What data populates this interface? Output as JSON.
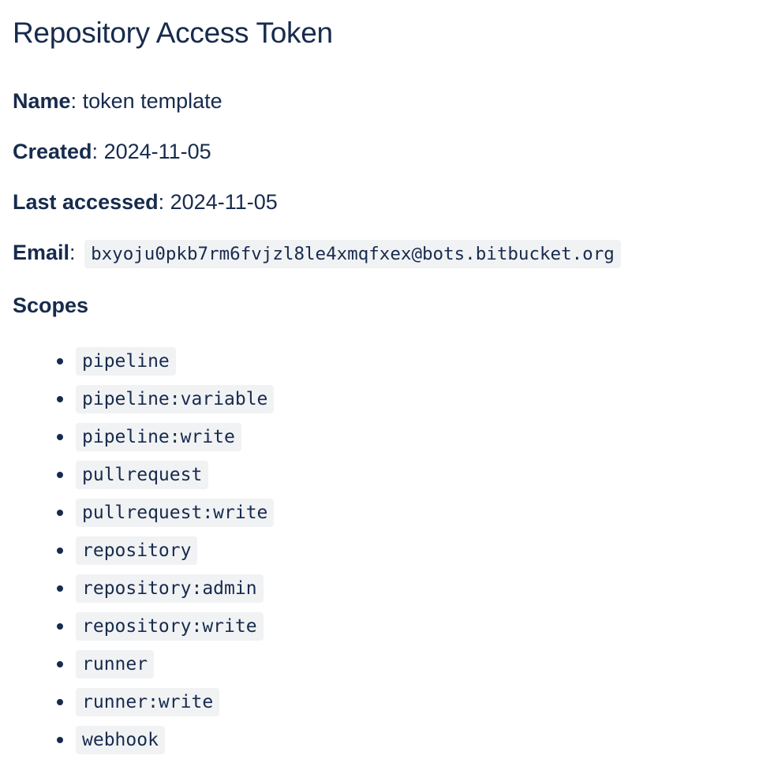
{
  "page": {
    "title": "Repository Access Token"
  },
  "fields": {
    "name": {
      "label": "Name",
      "value": "token template"
    },
    "created": {
      "label": "Created",
      "value": "2024-11-05"
    },
    "last_accessed": {
      "label": "Last accessed",
      "value": "2024-11-05"
    },
    "email": {
      "label": "Email",
      "value": "bxyoju0pkb7rm6fvjzl8le4xmqfxex@bots.bitbucket.org"
    }
  },
  "scopes": {
    "heading": "Scopes",
    "items": [
      "pipeline",
      "pipeline:variable",
      "pipeline:write",
      "pullrequest",
      "pullrequest:write",
      "repository",
      "repository:admin",
      "repository:write",
      "runner",
      "runner:write",
      "webhook"
    ]
  },
  "colors": {
    "text": "#172b4d",
    "code_background": "#f1f2f4",
    "page_background": "#ffffff"
  }
}
